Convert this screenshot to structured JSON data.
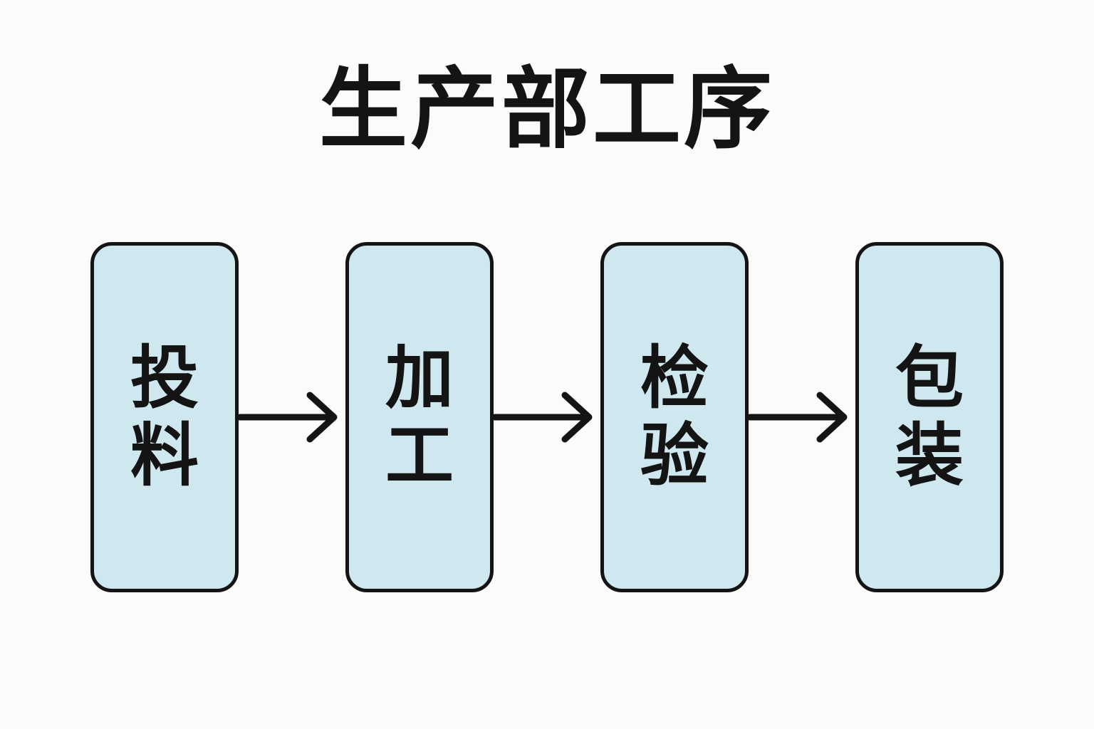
{
  "title": "生产部工序",
  "steps": [
    {
      "label": "投料"
    },
    {
      "label": "加工"
    },
    {
      "label": "检验"
    },
    {
      "label": "包装"
    }
  ],
  "icons": {
    "connector": "arrow-right-icon"
  },
  "colors": {
    "background": "#fdfbfa",
    "box_fill": "#cfe7ef",
    "box_border": "#141414",
    "arrow": "#141414",
    "title_color": "#141414"
  }
}
